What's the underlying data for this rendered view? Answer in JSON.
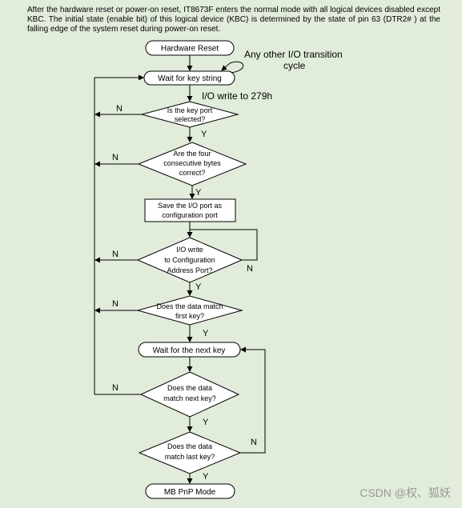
{
  "intro_text": "After the hardware reset or power-on reset, IT8673F enters the normal mode with all logical devices disabled except KBC. The initial state (enable bit) of this logical device (KBC) is determined by the state of pin 63 (DTR2# ) at the falling edge of the system reset during power-on reset.",
  "flow": {
    "hardware_reset": "Hardware Reset",
    "other_io_1": "Any other I/O transition",
    "other_io_2": "cycle",
    "wait_key_string": "Wait for key string",
    "io_write_279": "I/O write to 279h",
    "d1_line1": "Is the key port",
    "d1_line2": "selected?",
    "d2_line1": "Are the four",
    "d2_line2": "consecutive bytes",
    "d2_line3": "correct?",
    "save_line1": "Save the I/O port as",
    "save_line2": "configuration port",
    "d3_line1": "I/O write",
    "d3_line2": "to Configuration",
    "d3_line3": "Address Port?",
    "d4_line1": "Does the data match",
    "d4_line2": "first key?",
    "wait_next_key": "Wait for the next key",
    "d5_line1": "Does the data",
    "d5_line2": "match next key?",
    "d6_line1": "Does the data",
    "d6_line2": "match last key?",
    "mb_pnp_mode": "MB PnP Mode",
    "yes": "Y",
    "no": "N"
  },
  "watermark": "CSDN @权、狐妖"
}
